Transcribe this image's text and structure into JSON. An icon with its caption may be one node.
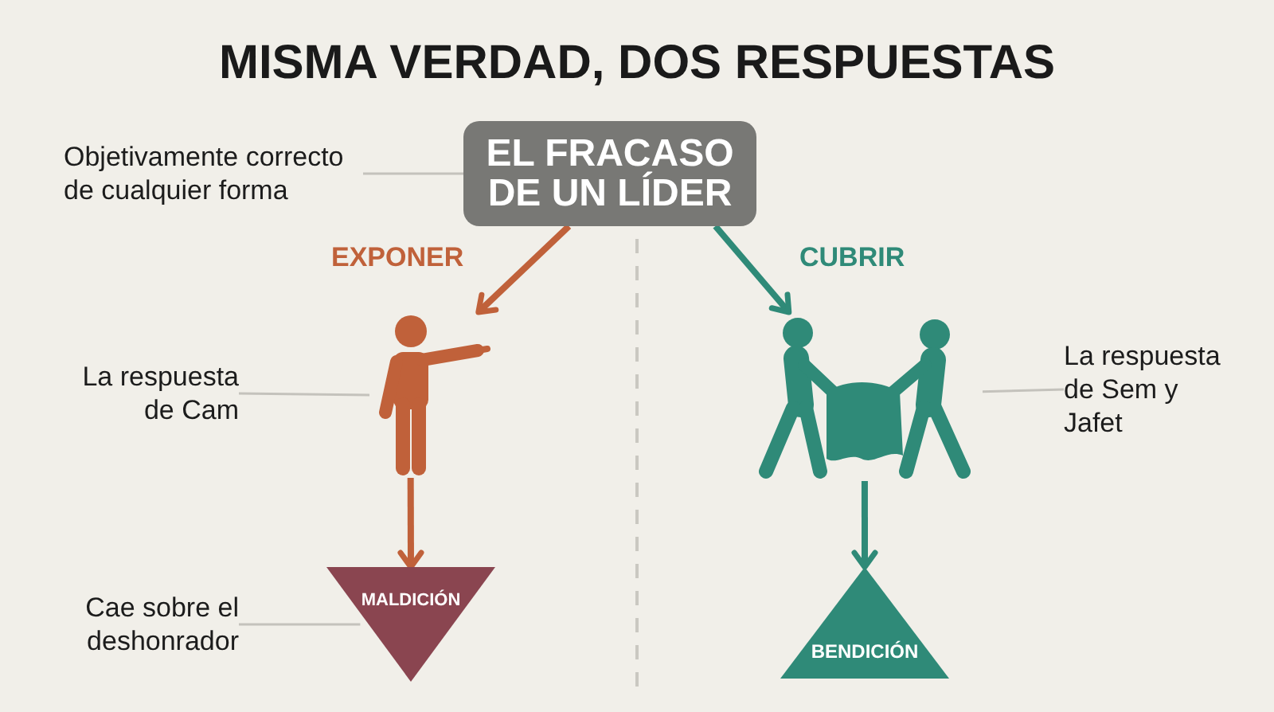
{
  "diagram": {
    "title": "MISMA VERDAD, DOS RESPUESTAS",
    "nodes": [
      {
        "text": [
          "Objetivamente correcto de cualquier forma"
        ]
      },
      {
        "text": [
          "EL FRACASO DE UN LÍDER"
        ]
      },
      {
        "text": [
          "La respuesta de Cam"
        ]
      },
      {
        "text": [],
        "shape": "person"
      },
      {
        "text": [],
        "shape": "person"
      },
      {
        "text": [
          "La respuesta de Sem y Jafet"
        ]
      },
      {
        "text": [
          "Cae sobre el deshonrador"
        ]
      },
      {
        "text": [
          "MALDICIÓN"
        ]
      },
      {
        "text": [
          "BENDICIÓN"
        ]
      }
    ],
    "edges": [
      {
        "from": 1,
        "to": 3,
        "arrow": "to",
        "label": "EXPONER",
        "style": "thick",
        "color": "#c0613a"
      },
      {
        "from": 1,
        "to": 4,
        "arrow": "to",
        "label": "CUBRIR",
        "style": "thick",
        "color": "#2f8a78"
      },
      {
        "from": 3,
        "to": 7,
        "arrow": "to",
        "style": "thick",
        "color": "#c0613a"
      },
      {
        "from": 4,
        "to": 8,
        "arrow": "to",
        "style": "thick",
        "color": "#2f8a78"
      },
      {
        "from": 0,
        "to": 1,
        "arrow": "none"
      },
      {
        "from": 2,
        "to": 3,
        "arrow": "none"
      },
      {
        "from": 5,
        "to": 4,
        "arrow": "none"
      },
      {
        "from": 6,
        "to": 7,
        "arrow": "none"
      }
    ]
  }
}
